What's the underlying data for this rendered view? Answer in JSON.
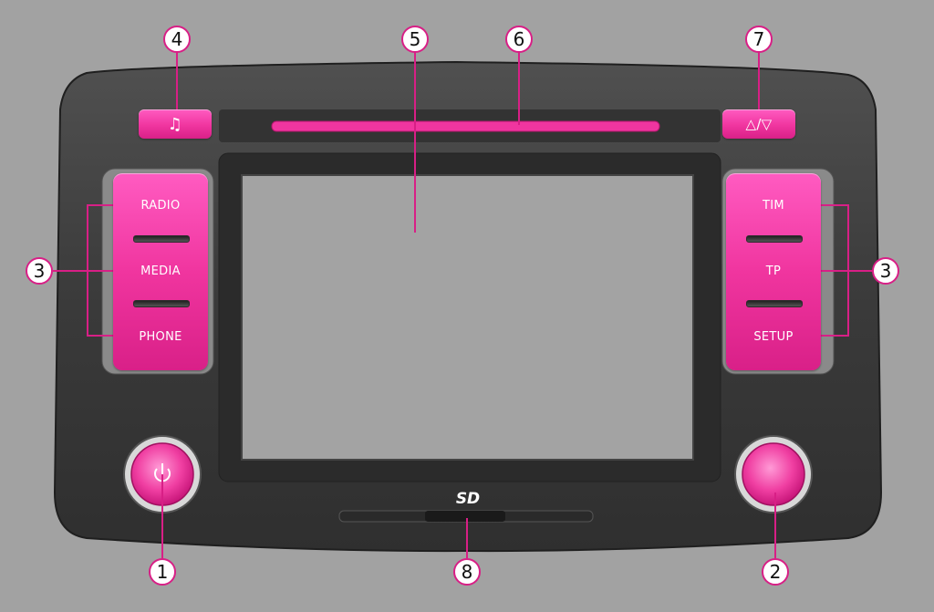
{
  "buttons": {
    "music": {
      "icon": "music-note-icon"
    },
    "eject": {
      "icon": "eject-icon",
      "label": "△/▽"
    },
    "left": [
      {
        "label": "RADIO"
      },
      {
        "label": "MEDIA"
      },
      {
        "label": "PHONE"
      }
    ],
    "right": [
      {
        "label": "TIM"
      },
      {
        "label": "TP"
      },
      {
        "label": "SETUP"
      }
    ],
    "power": {
      "icon": "power-icon"
    },
    "sd": {
      "label": "SD"
    }
  },
  "callouts": {
    "c1": "1",
    "c2": "2",
    "c3_left": "3",
    "c3_right": "3",
    "c4": "4",
    "c5": "5",
    "c6": "6",
    "c7": "7",
    "c8": "8"
  },
  "colors": {
    "accent": "#f0359f",
    "bezel": "#3d3d3d",
    "screen": "#a3a3a3",
    "background": "#a2a2a2"
  }
}
